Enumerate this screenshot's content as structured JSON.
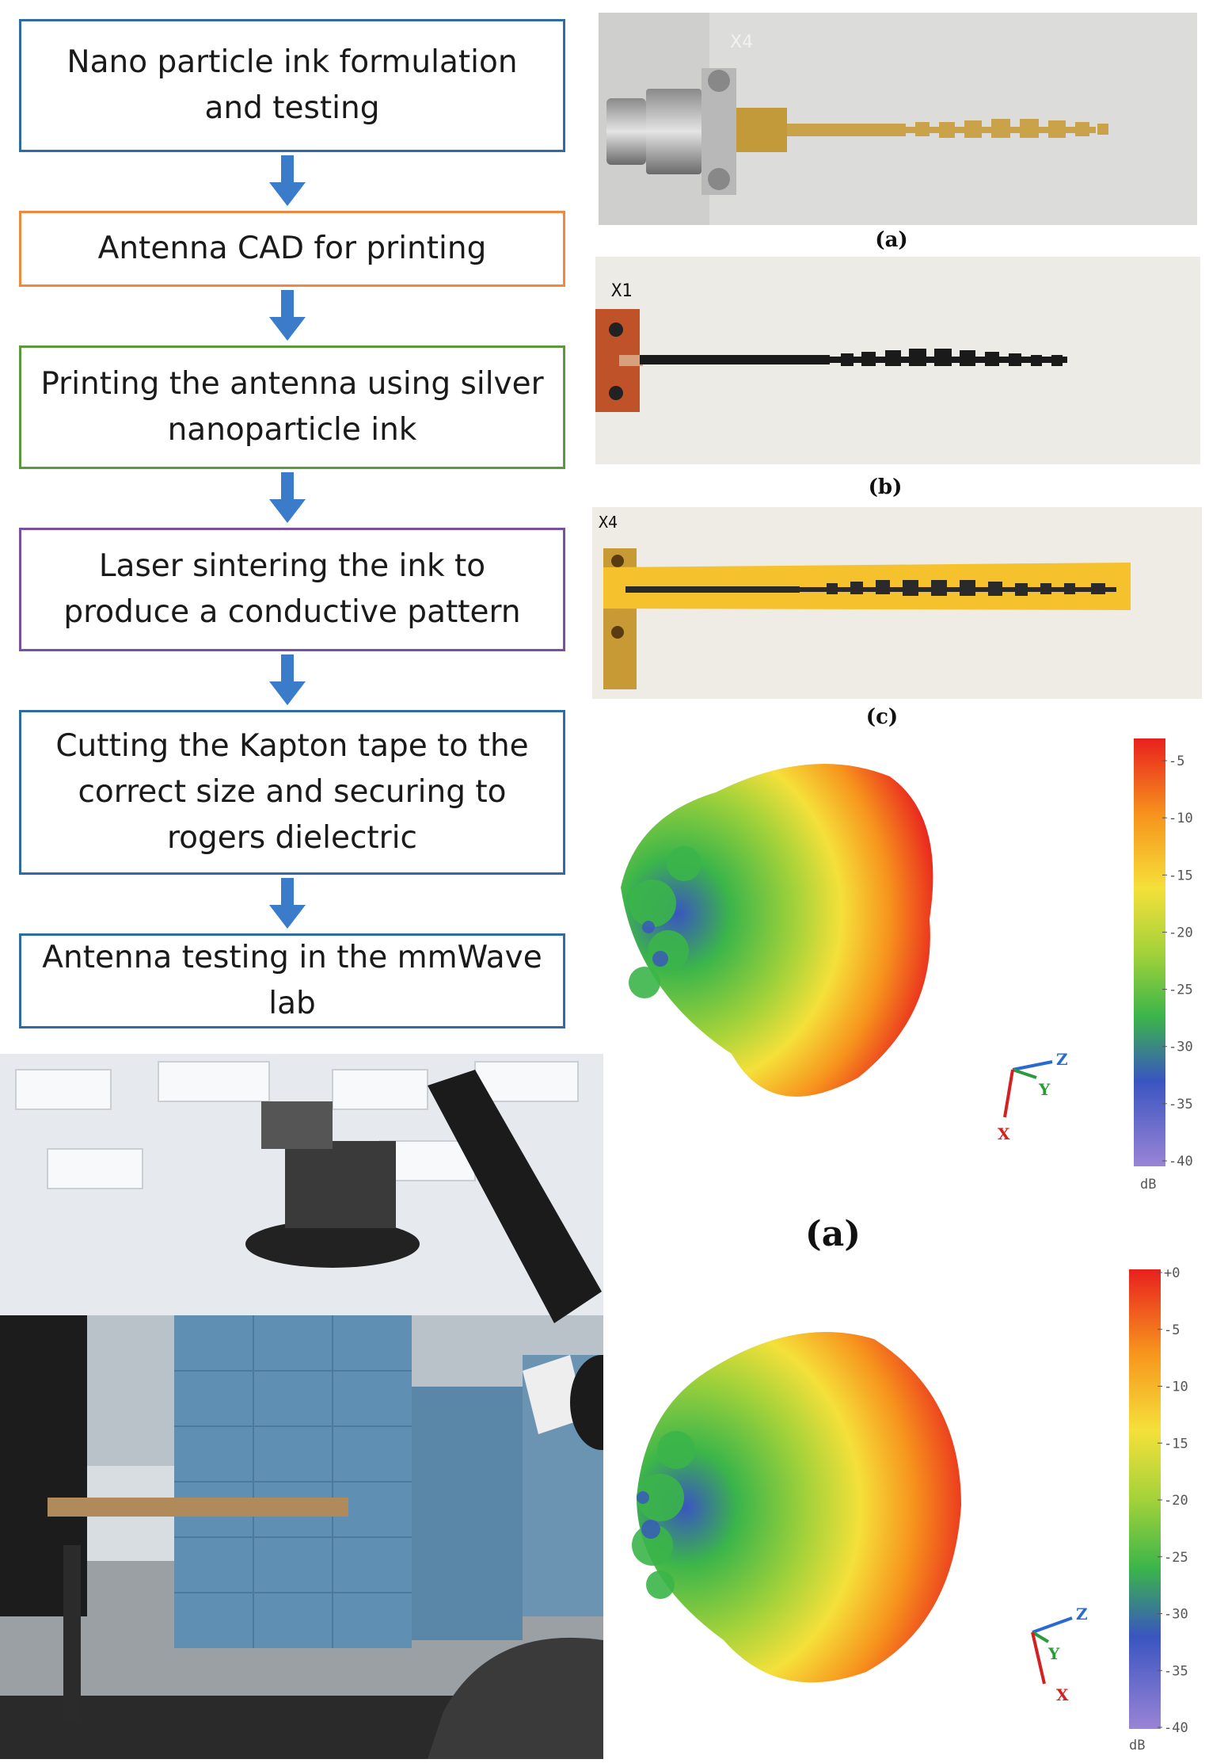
{
  "flowchart": {
    "steps": [
      {
        "text": "Nano particle ink formulation and testing",
        "border": "#2e6da4"
      },
      {
        "text": "Antenna CAD for printing",
        "border": "#f0883e"
      },
      {
        "text": "Printing the antenna using silver nanoparticle ink",
        "border": "#5a9a3c"
      },
      {
        "text": "Laser sintering the ink to produce a conductive pattern",
        "border": "#7a4fa8"
      },
      {
        "text": "Cutting the Kapton tape to the correct size and securing to rogers dielectric",
        "border": "#2e6da4"
      },
      {
        "text": "Antenna testing in the mmWave lab",
        "border": "#2e6da4"
      }
    ],
    "arrow_color": "#3a7cc9"
  },
  "photos": {
    "a": {
      "marker": "X4",
      "caption": "(a)"
    },
    "b": {
      "marker": "X1",
      "caption": "(b)"
    },
    "c": {
      "marker": "X4",
      "caption": "(c)"
    }
  },
  "patterns": {
    "top": {
      "caption": "(a)",
      "scale_ticks": [
        "-5",
        "-10",
        "-15",
        "-20",
        "-25",
        "-30",
        "-35",
        "-40"
      ],
      "unit": "dB",
      "axes": {
        "z": "Z",
        "y": "Y",
        "x": "X"
      }
    },
    "bottom": {
      "scale_ticks": [
        "+0",
        "-5",
        "-10",
        "-15",
        "-20",
        "-25",
        "-30",
        "-35",
        "-40"
      ],
      "unit": "dB",
      "axes": {
        "z": "Z",
        "y": "Y",
        "x": "X"
      }
    }
  }
}
